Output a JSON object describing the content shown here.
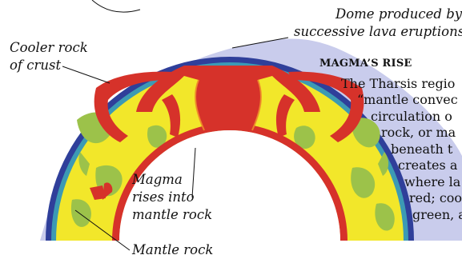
{
  "labels": {
    "dome": [
      "Dome produced by",
      "successive lava eruptions"
    ],
    "crust": [
      "Cooler rock",
      "of crust"
    ],
    "magma": [
      "Magma",
      "rises into",
      "mantle rock"
    ],
    "mantle": "Mantle rock"
  },
  "sidebar": {
    "heading": "MAGMA’S RISE",
    "lines": [
      "The Tharsis regio",
      "“mantle convec",
      "circulation o",
      "rock, or ma",
      "beneath t",
      "creates a",
      "where la",
      "red; coo",
      "green, a"
    ]
  },
  "colors": {
    "dome": "#c9ccec",
    "crust_blue": "#2f3f9a",
    "cool_green": "#9cc24a",
    "mantle_yellow": "#f2e72a",
    "magma_red": "#d6322a",
    "leader_lines": "#111111"
  }
}
